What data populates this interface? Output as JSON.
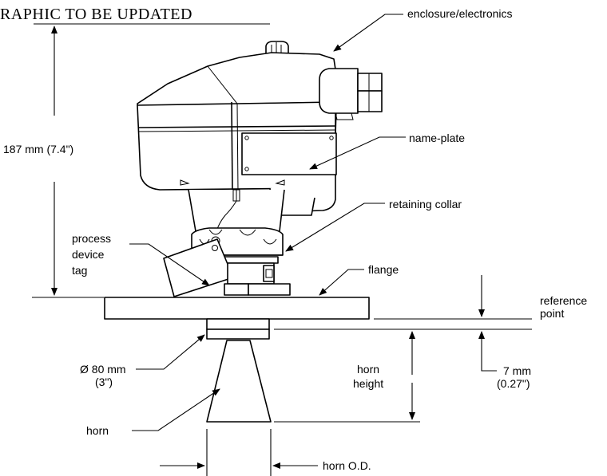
{
  "header_text": "RAPHIC TO BE UPDATED",
  "labels": {
    "enclosure": "enclosure/electronics",
    "name_plate": "name-plate",
    "retaining_collar": "retaining collar",
    "process_line1": "process",
    "process_line2": "device",
    "process_line3": "tag",
    "flange": "flange",
    "reference_line1": "reference",
    "reference_line2": "point",
    "horn_height_line1": "horn",
    "horn_height_line2": "height",
    "horn": "horn",
    "horn_od": "horn O.D."
  },
  "dimensions": {
    "overall_height": "187 mm (7.4\")",
    "diameter_line1": "Ø 80 mm",
    "diameter_line2": "(3\")",
    "ref_offset_line1": "7 mm",
    "ref_offset_line2": "(0.27\")"
  },
  "colors": {
    "line": "#000000",
    "background": "#ffffff"
  }
}
